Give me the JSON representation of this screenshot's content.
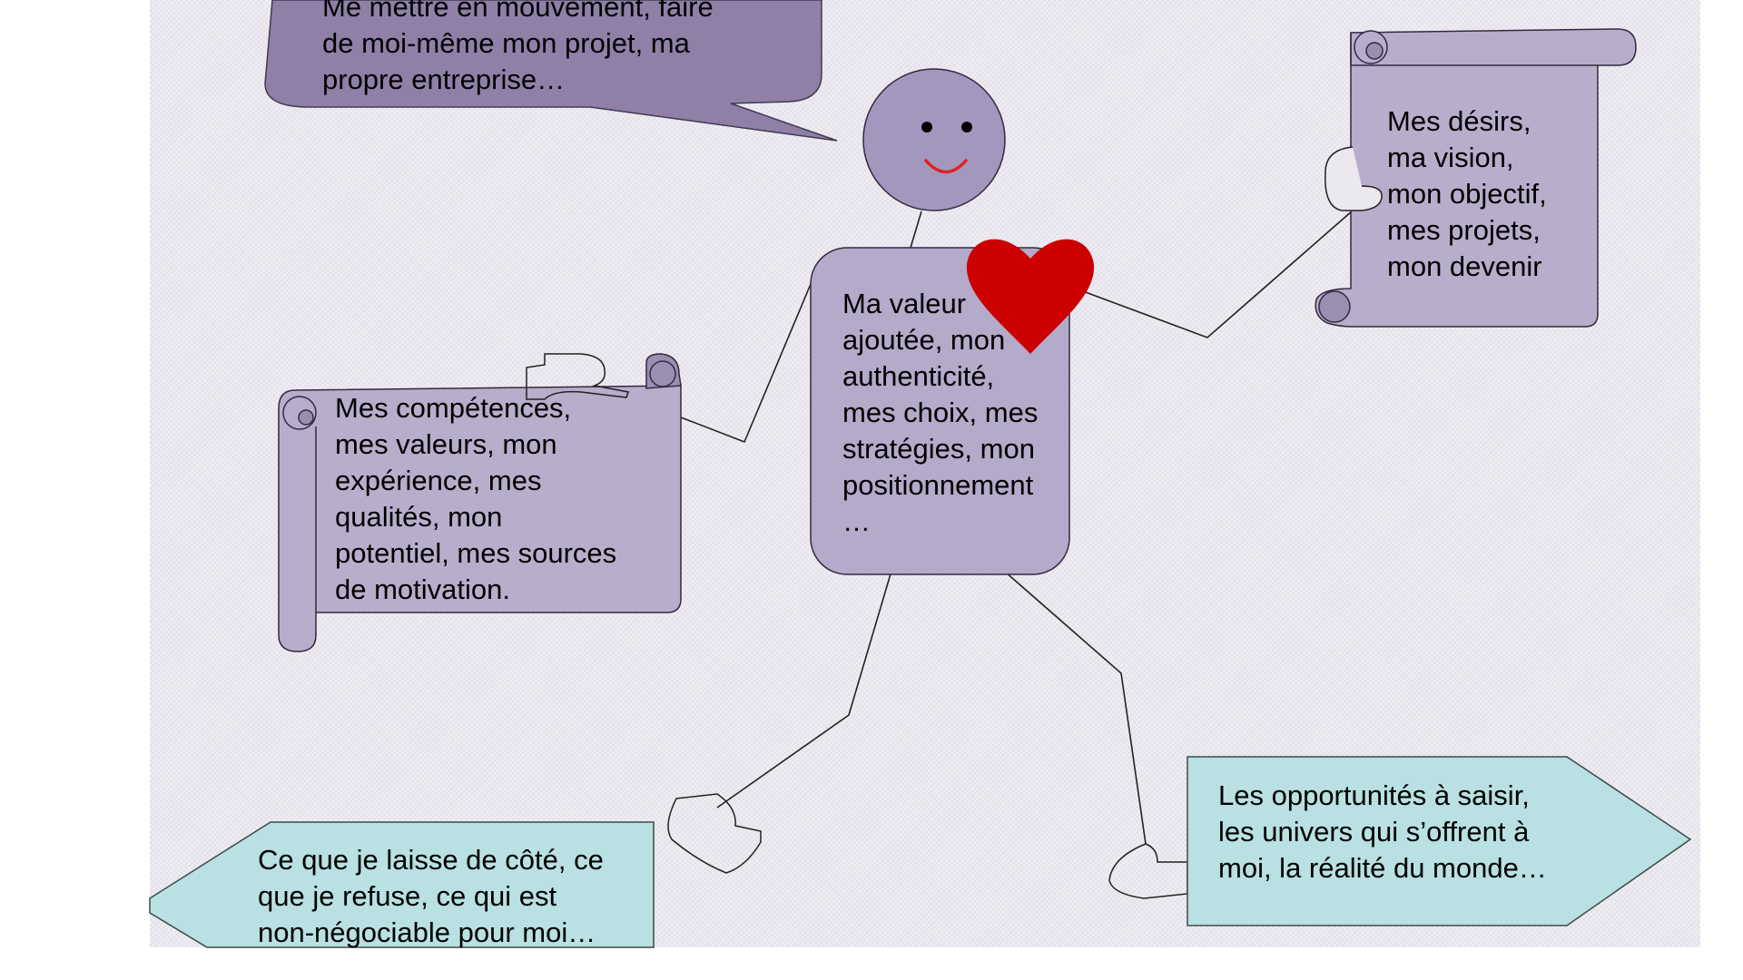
{
  "bubble_top": "Me mettre en mouvement, faire\nde moi-même mon projet, ma\npropre entreprise…",
  "scroll_right": "Mes désirs,\nma vision,\nmon objectif,\nmes projets,\nmon devenir",
  "scroll_left": "Mes compétences,\nmes valeurs, mon\nexpérience, mes\nqualités, mon\npotentiel, mes sources\nde motivation.",
  "body_box": "Ma valeur\najoutée, mon\nauthenticité,\nmes choix, mes\nstratégies, mon\npositionnement\n…",
  "arrow_right": "Les opportunités à saisir,\nles univers qui s’offrent à\nmoi, la réalité du monde…",
  "arrow_left": "Ce que je laisse de côté, ce\nque je refuse, ce qui est\nnon-négociable pour moi…",
  "colors": {
    "bubble": "#9080a8",
    "scroll": "#b8aecb",
    "scroll_dark": "#9a8fb0",
    "figure": "#b4aaca",
    "head": "#a497be",
    "heart": "#cc0000",
    "arrows": "#b9e0e2",
    "smile": "#dd2222"
  },
  "icons": [
    "heart-icon",
    "smiley-face",
    "hand-icon",
    "foot-icon"
  ]
}
